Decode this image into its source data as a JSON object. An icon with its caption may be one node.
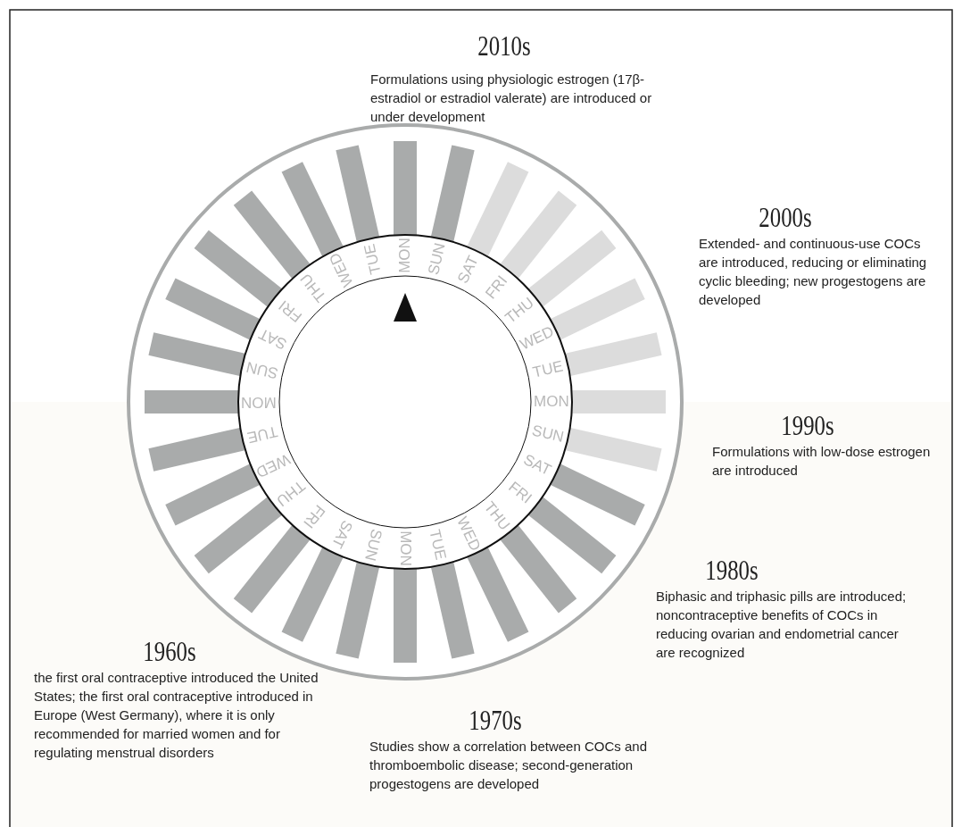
{
  "diagram": {
    "labels": [
      "2010s",
      "Formulations using physiologic estrogen (17β-estradiol or estradiol valerate) are introduced or under development",
      "2000s",
      "Extended- and continuous-use COCs are introduced, reducing or eliminating cyclic bleeding; new progestogens are developed",
      "1990s",
      "Formulations with low-dose estrogen are introduced",
      "1980s",
      "Biphasic and triphasic pills are introduced; noncontraceptive benefits of COCs in reducing ovarian and endometrial cancer are recognized",
      "1960s",
      "the first oral contraceptive introduced the United States; the first oral contraceptive introduced in Europe (West Germany), where it is only recommended for married women and for regulating menstrual disorders",
      "1970s",
      "Studies show a correlation between COCs and thromboembolic disease; second-generation progestogens are developed",
      "MON",
      "SUN",
      "SAT",
      "FRI",
      "THU",
      "WED",
      "TUE",
      "MON",
      "SUN",
      "SAT",
      "FRI",
      "THU",
      "WED",
      "TUE",
      "MON",
      "SUN",
      "SAT",
      "FRI",
      "THU",
      "WED",
      "TUE",
      "MON",
      "SUN",
      "SAT",
      "FRI",
      "THU",
      "WED",
      "TUE"
    ]
  }
}
